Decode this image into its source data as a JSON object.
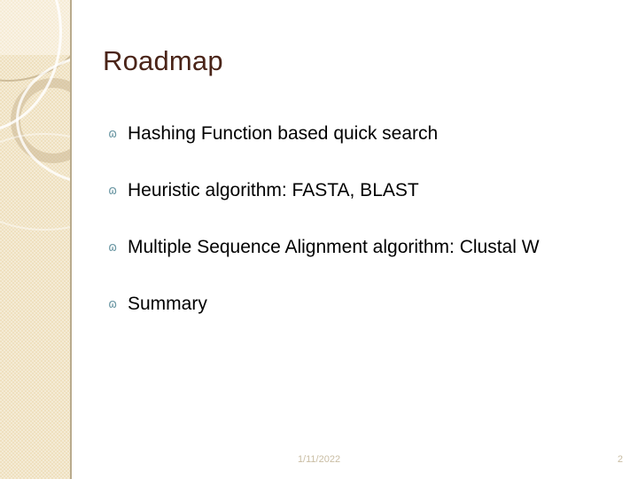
{
  "slide": {
    "title": "Roadmap",
    "bullet_glyph": "ɷ",
    "accent_color": "#4a2418",
    "bullet_color": "#6f9aa6",
    "sidebar_color": "#efe0bf",
    "bullets": [
      {
        "text": "Hashing Function based quick search"
      },
      {
        "text": "Heuristic algorithm: FASTA, BLAST"
      },
      {
        "text": "Multiple Sequence Alignment algorithm: Clustal W"
      },
      {
        "text": "Summary"
      }
    ],
    "footer": {
      "date": "1/11/2022",
      "page_number": "2"
    }
  }
}
